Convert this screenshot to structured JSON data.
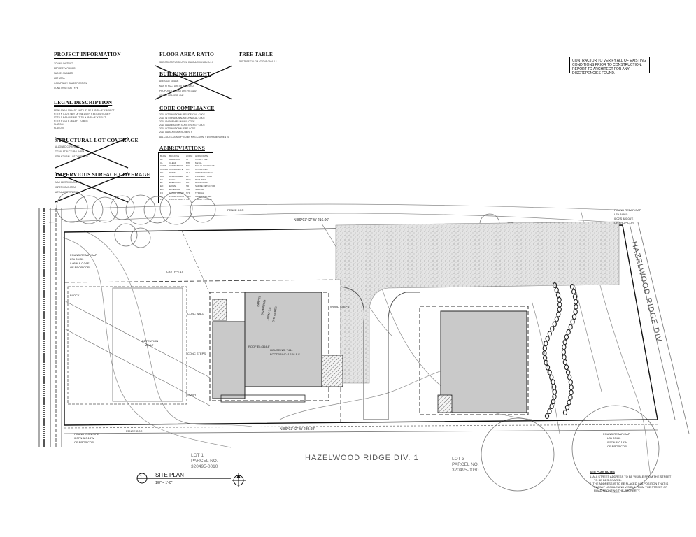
{
  "sheet": {
    "project_information": {
      "heading": "PROJECT INFORMATION",
      "rows": [
        "ZONING DISTRICT",
        "PROPERTY OWNER",
        "PARCEL NUMBER",
        "LOT AREA",
        "OCCUPANCY CLASSIFICATION",
        "CONSTRUCTION TYPE"
      ]
    },
    "legal_description": {
      "heading": "LEGAL DESCRIPTION",
      "lines": [
        "BEAR ON N HWAY OF 116TH ST SE S 89-03-42 W 1050 FT",
        "FT TH N 0-00 E WAY OF SW 1/4 TH S 89-03-42 E 216 FT",
        "FT TH S 1-00-00 E 152 FT TH N 89-03-42 W 239 FT",
        "FT TH S 0-00 E 36.13 FT TO BEG",
        "PLAT BLK",
        "PLAT LOT"
      ]
    },
    "structural_lot_coverage": {
      "heading": "STRUCTURAL LOT COVERAGE",
      "rows": [
        "ALLOWED COVERAGE",
        "TOTAL STRUCTURAL AREA",
        "STRUCTURAL LOT COVERAGE"
      ]
    },
    "impervious_surface_coverage": {
      "heading": "IMPERVIOUS SURFACE COVERAGE",
      "rows": [
        "MAX IMPERVIOUS AREA",
        "IMPERVIOUS AREA",
        "ACTUAL IMPERVIOUS"
      ]
    },
    "floor_area_ratio": {
      "heading": "FLOOR AREA RATIO",
      "rows": [
        "SEE GROSS FLOOR AREA CALCULATION ON A-1.0"
      ]
    },
    "building_height": {
      "heading": "BUILDING HEIGHT",
      "rows": [
        "AVERAGE GRADE",
        "MAX STRUCTURE HT ALLOWED",
        "PROPOSED STRUCTURE HT (ADU)",
        "ABOVE GRADE PLANE"
      ]
    },
    "code_compliance": {
      "heading": "CODE COMPLIANCE",
      "rows": [
        "2018 INTERNATIONAL RESIDENTIAL CODE",
        "2018 INTERNATIONAL MECHANICAL CODE",
        "2018 UNIFORM PLUMBING CODE",
        "2018 WASHINGTON STATE ENERGY CODE",
        "2018 INTERNATIONAL FIRE CODE",
        "2018 WA STATE AMENDMENTS",
        "ALL CODES AS ADOPTED BY KING COUNTY WITH AMENDMENTS"
      ]
    },
    "abbreviations": {
      "heading": "ABBREVIATIONS",
      "col1": [
        "BLDG",
        "BL",
        "CL",
        "CONT",
        "COORD",
        "DN",
        "DW",
        "EA",
        "EL",
        "EQ",
        "EXT",
        "FD",
        "FF",
        "FH"
      ],
      "col2": [
        "BUILDING",
        "BEDROOM",
        "CLEAR",
        "CONTINUOUS",
        "COORDINATE",
        "DOWN",
        "DISHWASHER",
        "EACH",
        "ELEVATION",
        "EQUAL",
        "EXTERIOR",
        "FLOOR DRAIN",
        "FINISH FLOOR",
        "FIRE HYDRANT"
      ],
      "col3": [
        "HORIZ",
        "IE",
        "MTL",
        "NIC",
        "OC",
        "OH",
        "PL",
        "REQ",
        "RD",
        "SD",
        "SIM",
        "TYP",
        "UNO",
        "VIF"
      ],
      "col4": [
        "HORIZONTAL",
        "INVERT ELEV",
        "METAL",
        "NOT IN CONTRACT",
        "ON CENTER",
        "OPPOSITE HAND",
        "PROPERTY LINE",
        "REQUIRED",
        "ROOF DRAIN",
        "SMOKE DETECTOR",
        "SIMILAR",
        "TYPICAL",
        "UNLESS NOTED",
        "VERIFY IN FIELD"
      ]
    },
    "tree_table": {
      "heading": "TREE TABLE",
      "rows": [
        "SEE TREE CALCULATIONS ON A-1.1"
      ]
    },
    "contractor_note": "CONTRACTOR TO VERIFY ALL OF EXISTING CONDITIONS PRIOR TO CONSTRUCTION. REPORT TO ARCHITECT FOR ANY DISCREPENCIES FOUND.",
    "site_plan_title": {
      "number": "1",
      "title": "SITE PLAN",
      "scale": "1/8\" = 1'-0\""
    },
    "site_plan_notes": {
      "heading": "SITE PLAN NOTES",
      "lines": [
        "1. ALL STREET ADDRESS TO BE VISIBLE FROM THE STREET",
        "TO BE DESIGNATED.",
        "2. THE ADDRESS IS TO BE PLACED IN A POSITION THAT IS",
        "PLAINLY LEGIBLE AND VISIBLE FROM THE STREET OR",
        "ROAD FRONTING THE PROPERTY."
      ]
    },
    "plan_labels": {
      "street_bottom": "HAZELWOOD RIDGE DIV. 1",
      "street_right": "HAZELWOOD RIDGE DIV.",
      "lot1": [
        "LOT 1",
        "PARCEL NO.",
        "320495-0010"
      ],
      "lot3": [
        "LOT 3",
        "PARCEL NO.",
        "320495-0030"
      ],
      "bearing_top": "N 89°03'42\" W   216.06'",
      "bearing_bottom": "N 89°03'42\" W   239.98'",
      "house": [
        "HOUSE NO. 7444",
        "FOOTPRINT=1,108 S.F."
      ],
      "roof": "ROOF EL=364.8'",
      "parcel_box": [
        "PARCEL",
        "3824059064",
        "18,542 S.F.",
        "0.43 ACRES"
      ],
      "detention": [
        "DETENTION",
        "VAULT"
      ],
      "rebar_left": [
        "FOUND REBAR/CAP",
        "LS# 20450",
        "0.05'N & 0.04'E",
        "OF PROP COR"
      ],
      "rebar_right": [
        "FOUND REBAR/CAP",
        "LS# 34915",
        "0.02'S & 0.04'E",
        "OF PROP COR"
      ],
      "rebar_bottom": [
        "FOUND REBAR/CAP",
        "LS# 20450",
        "0.57'N & 0.19'W",
        "OF PROP COR"
      ],
      "ironpipe": [
        "FOUND IRON PIPE",
        "0.07'N & 0.18'W",
        "OF PROP COR"
      ],
      "fence_cor": "FENCE COR",
      "conc_wall": "CONC WALL",
      "conc_steps": "CONC STEPS",
      "wood_steps": "WOOD STEPS",
      "cb": "CB (TYPE 1)",
      "sdmh": "SDMH",
      "block": "BLOCK"
    }
  }
}
